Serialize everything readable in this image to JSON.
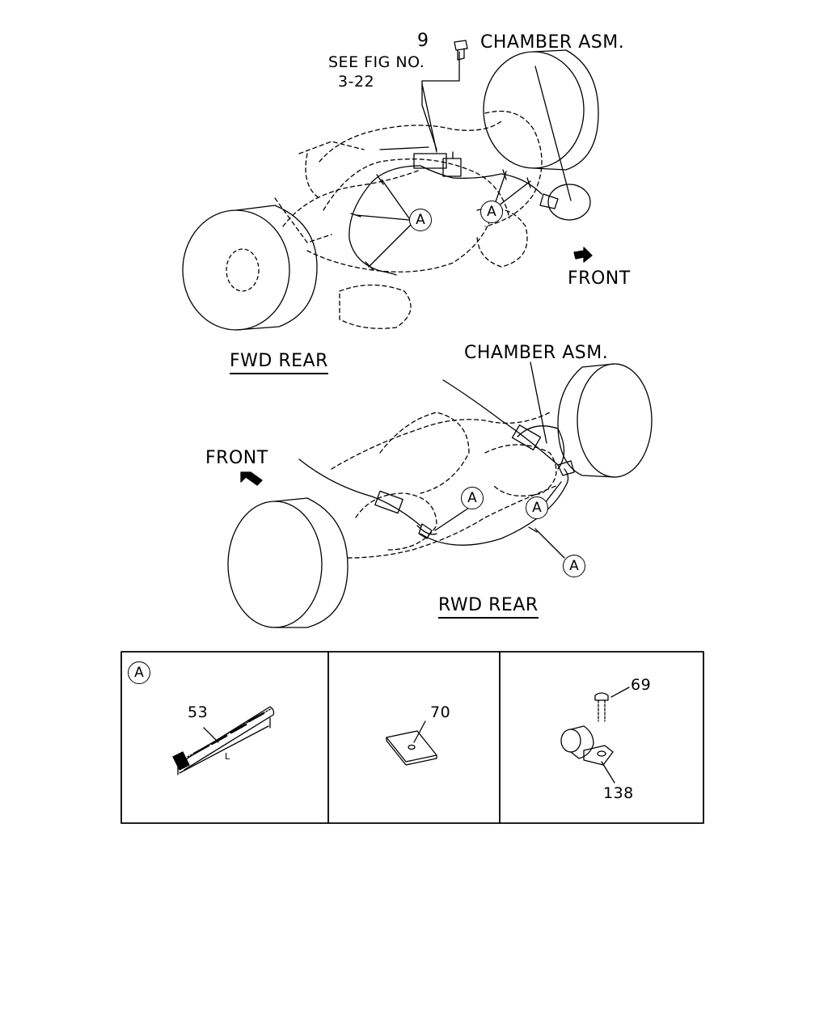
{
  "fwd": {
    "part_9": "9",
    "see_fig": "SEE FIG NO.",
    "see_fig_num": "3-22",
    "chamber": "CHAMBER ASM.",
    "front": "FRONT",
    "callout": "A",
    "title": "FWD REAR"
  },
  "rwd": {
    "chamber": "CHAMBER ASM.",
    "front": "FRONT",
    "callout": "A",
    "title": "RWD REAR"
  },
  "detail": {
    "callout": "A",
    "part_53": "53",
    "tie_length": "L",
    "part_70": "70",
    "part_69": "69",
    "part_138": "138"
  }
}
